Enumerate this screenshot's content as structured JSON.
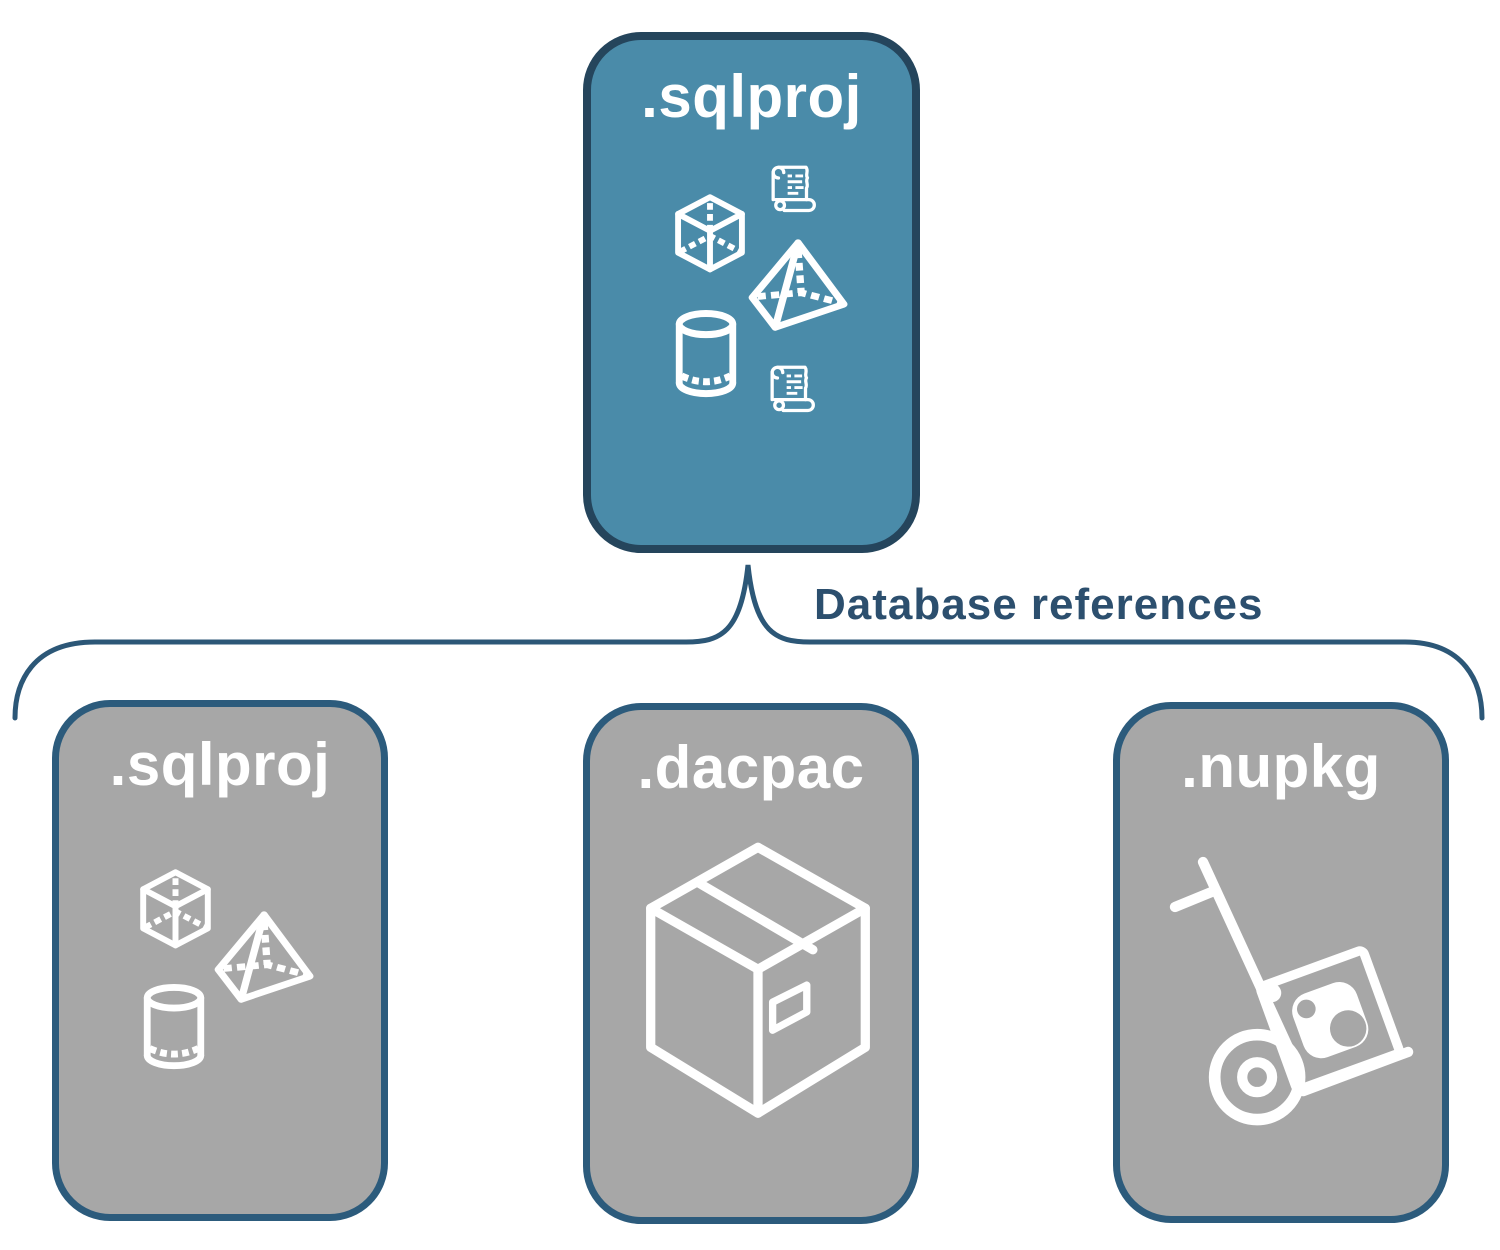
{
  "root_node": {
    "label": ".sqlproj",
    "icons": [
      "scroll-icon",
      "cube-icon",
      "pyramid-icon",
      "cylinder-icon",
      "scroll-icon"
    ]
  },
  "edge_label": "Database references",
  "child_nodes": [
    {
      "label": ".sqlproj",
      "icons": [
        "cube-icon",
        "pyramid-icon",
        "cylinder-icon"
      ]
    },
    {
      "label": ".dacpac",
      "icons": [
        "package-box-icon"
      ]
    },
    {
      "label": ".nupkg",
      "icons": [
        "nuget-hand-truck-icon"
      ]
    }
  ],
  "colors": {
    "root_node_fill": "#4A8BA9",
    "root_node_border": "#25455C",
    "child_node_fill": "#A7A7A7",
    "child_node_border": "#2C5B7C",
    "connector_line": "#2C5777",
    "edge_label_text": "#2C4F6E",
    "icon_stroke": "#FFFFFF"
  }
}
